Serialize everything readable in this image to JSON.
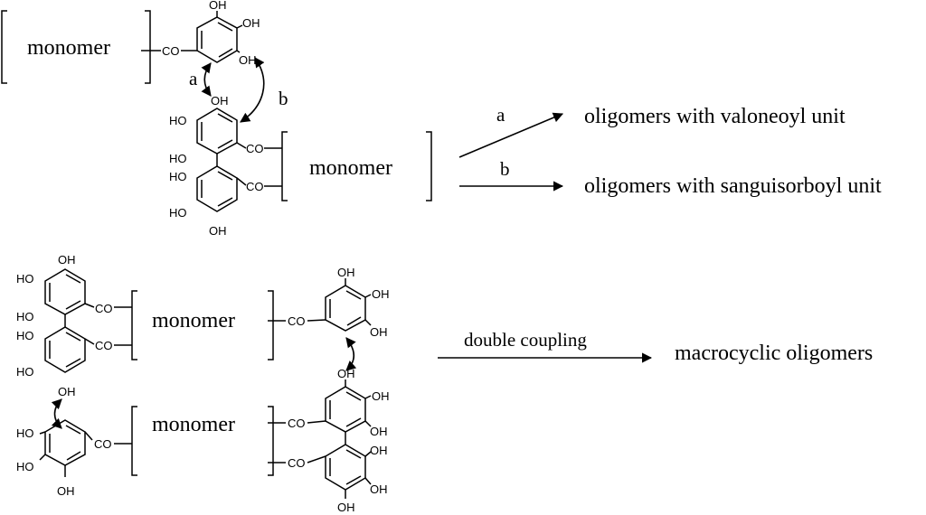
{
  "labels": {
    "monomer": "monomer",
    "co": "CO",
    "oh": "OH",
    "ho": "HO",
    "path_a": "a",
    "path_b": "b",
    "product_a": "oligomers with valoneoyl unit",
    "product_b": "oligomers with sanguisorboyl unit",
    "double_coupling": "double coupling",
    "product_macro": "macrocyclic oligomers"
  }
}
